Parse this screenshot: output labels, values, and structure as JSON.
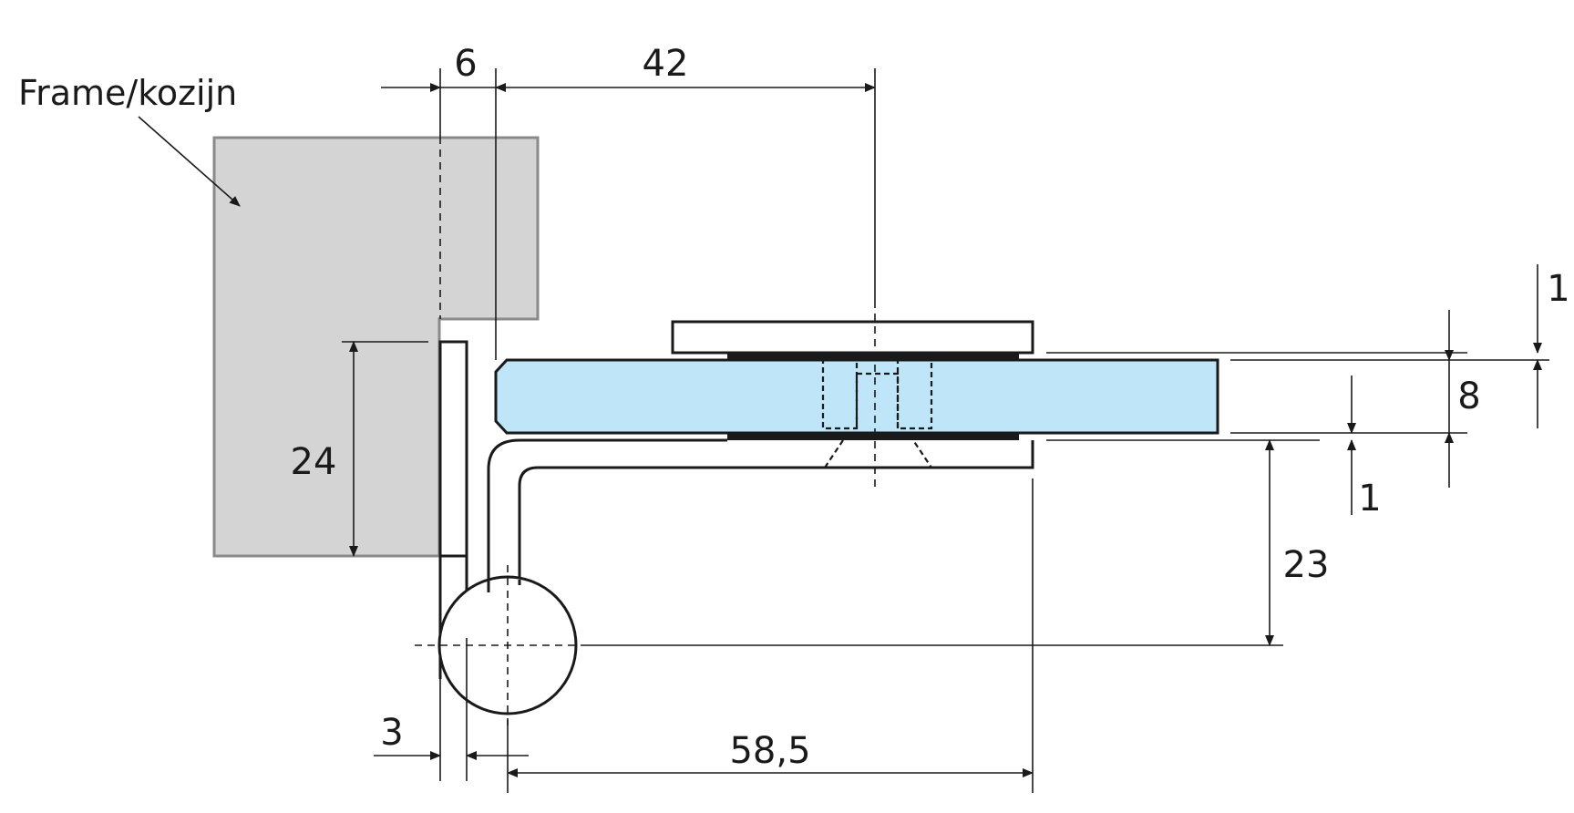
{
  "diagram": {
    "labels": {
      "frame": "Frame/kozijn"
    },
    "dimensions": {
      "d6": "6",
      "d42": "42",
      "d24": "24",
      "d1_top": "1",
      "d8": "8",
      "d1_bottom": "1",
      "d23": "23",
      "d3": "3",
      "d58_5": "58,5"
    },
    "colors": {
      "frame_fill": "#d4d4d4",
      "frame_stroke": "#8a8a8a",
      "glass_fill": "#bfe6f8",
      "line": "#1a1a1a",
      "background": "#ffffff"
    }
  }
}
